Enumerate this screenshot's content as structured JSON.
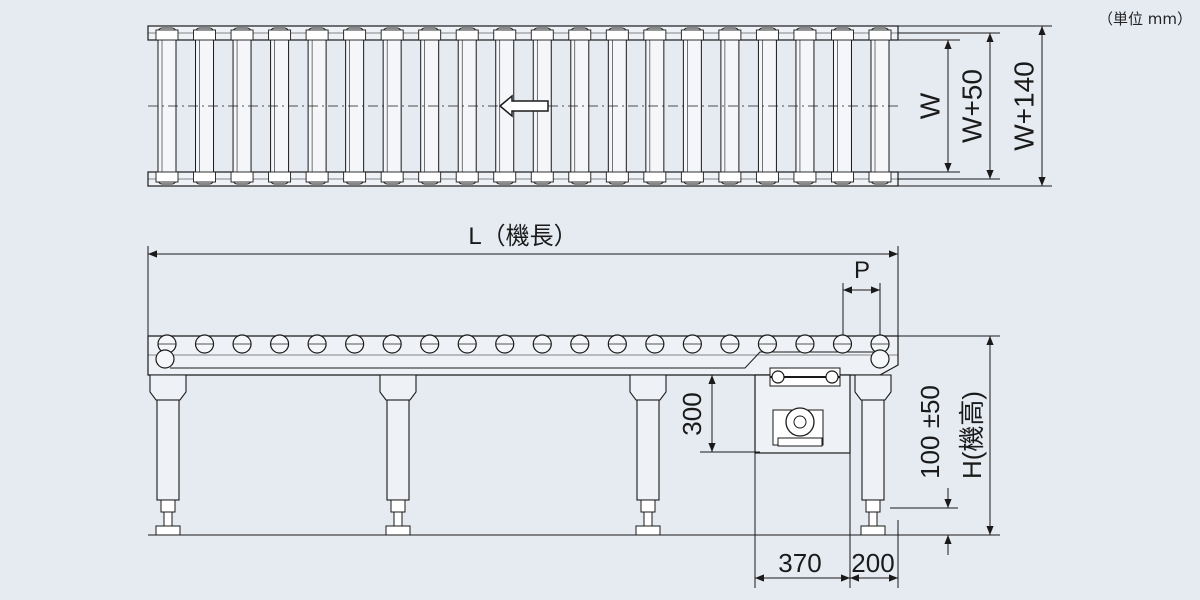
{
  "unit_note": "（単位 mm）",
  "plan_view": {
    "roller_count": 20,
    "dim_w": "W",
    "dim_w50": "W+50",
    "dim_w140": "W+140"
  },
  "side_view": {
    "dim_length": "L（機長）",
    "dim_pitch": "P",
    "dim_300": "300",
    "dim_100": "100 ±50",
    "dim_height": "H(機高)",
    "dim_370": "370",
    "dim_200": "200"
  },
  "colors": {
    "line": "#1a1a1a",
    "roller_fill": "#f4f6f9",
    "frame_fill": "#eef1f5",
    "background": "#e6ebf2"
  }
}
